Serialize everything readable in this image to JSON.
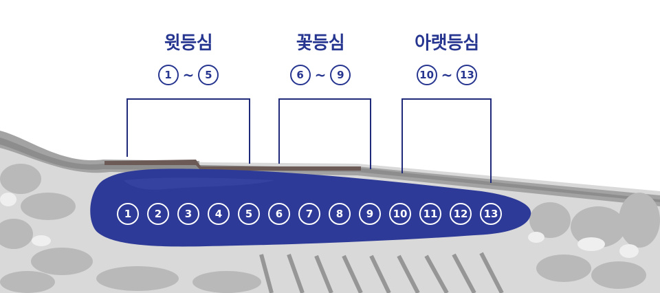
{
  "groups": [
    {
      "title": "윗등심",
      "start": "1",
      "end": "5",
      "separator": "~"
    },
    {
      "title": "꽃등심",
      "start": "6",
      "end": "9",
      "separator": "~"
    },
    {
      "title": "아랫등심",
      "start": "10",
      "end": "13",
      "separator": "~"
    }
  ],
  "markers": [
    "1",
    "2",
    "3",
    "4",
    "5",
    "6",
    "7",
    "8",
    "9",
    "10",
    "11",
    "12",
    "13"
  ],
  "colors": {
    "accent": "#26358f",
    "cut": "#2e3a97",
    "meat_gray": "#9a9a9a",
    "bracket": "#1f2a7a"
  }
}
